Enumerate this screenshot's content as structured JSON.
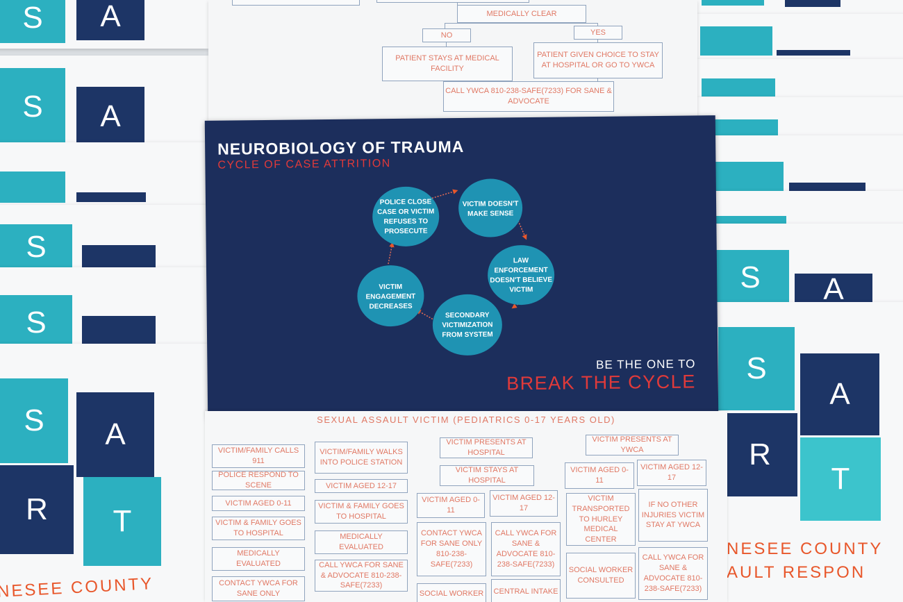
{
  "sart_letters": {
    "s": "S",
    "a": "A",
    "r": "R",
    "t": "T"
  },
  "left_card_county": "NESEE COUNTY",
  "right_card_county": "NESEE COUNTY",
  "right_card_response": "AULT RESPON",
  "top_flow": {
    "medically_clear": "MEDICALLY CLEAR",
    "no": "NO",
    "yes": "YES",
    "stays": "PATIENT STAYS AT MEDICAL FACILITY",
    "choice": "PATIENT GIVEN CHOICE TO STAY AT HOSPITAL OR GO TO YWCA",
    "call": "CALL YWCA 810-238-SAFE(7233) FOR SANE & ADVOCATE"
  },
  "poster": {
    "title": "NEUROBIOLOGY OF TRAUMA",
    "subtitle": "CYCLE OF CASE ATTRITION",
    "be_the_one": "BE THE ONE TO",
    "break_the_cycle": "BREAK THE CYCLE",
    "cycle": [
      {
        "line1": "POLICE CLOSE",
        "line2": "CASE OR VICTIM",
        "line3": "REFUSES TO",
        "line4": "PROSECUTE"
      },
      {
        "line1": "VICTIM DOESN'T",
        "line2": "MAKE SENSE"
      },
      {
        "line1": "LAW",
        "line2": "ENFORCEMENT",
        "line3": "DOESN'T BELIEVE",
        "line4": "VICTIM"
      },
      {
        "line1": "SECONDARY",
        "line2": "VICTIMIZATION",
        "line3": "FROM SYSTEM"
      },
      {
        "line1": "VICTIM",
        "line2": "ENGAGEMENT",
        "line3": "DECREASES"
      }
    ]
  },
  "pediatrics": {
    "title": "SEXUAL ASSAULT VICTIM (PEDIATRICS 0-17 YEARS OLD)",
    "col1": [
      "VICTIM/FAMILY CALLS 911",
      "POLICE RESPOND TO SCENE",
      "VICTIM AGED 0-11",
      "VICTIM & FAMILY GOES TO HOSPITAL",
      "MEDICALLY EVALUATED",
      "CONTACT YWCA FOR SANE ONLY"
    ],
    "col2": [
      "VICTIM/FAMILY WALKS INTO POLICE STATION",
      "VICTIM AGED 12-17",
      "VICTIM & FAMILY GOES TO HOSPITAL",
      "MEDICALLY EVALUATED",
      "CALL YWCA FOR SANE & ADVOCATE 810-238-SAFE(7233)"
    ],
    "col3": [
      "VICTIM PRESENTS AT HOSPITAL",
      "VICTIM STAYS AT HOSPITAL",
      "VICTIM AGED 0-11",
      "VICTIM AGED 12-17",
      "CONTACT YWCA FOR SANE ONLY 810-238-SAFE(7233)",
      "CALL YWCA FOR SANE & ADVOCATE 810-238-SAFE(7233)",
      "SOCIAL WORKER",
      "CENTRAL INTAKE"
    ],
    "col4": [
      "VICTIM PRESENTS AT YWCA",
      "VICTIM AGED 0-11",
      "VICTIM AGED 12-17",
      "VICTIM TRANSPORTED TO HURLEY MEDICAL CENTER",
      "IF NO OTHER INJURIES VICTIM STAY AT YWCA",
      "SOCIAL WORKER CONSULTED",
      "CALL YWCA FOR SANE & ADVOCATE 810-238-SAFE(7233)"
    ]
  }
}
